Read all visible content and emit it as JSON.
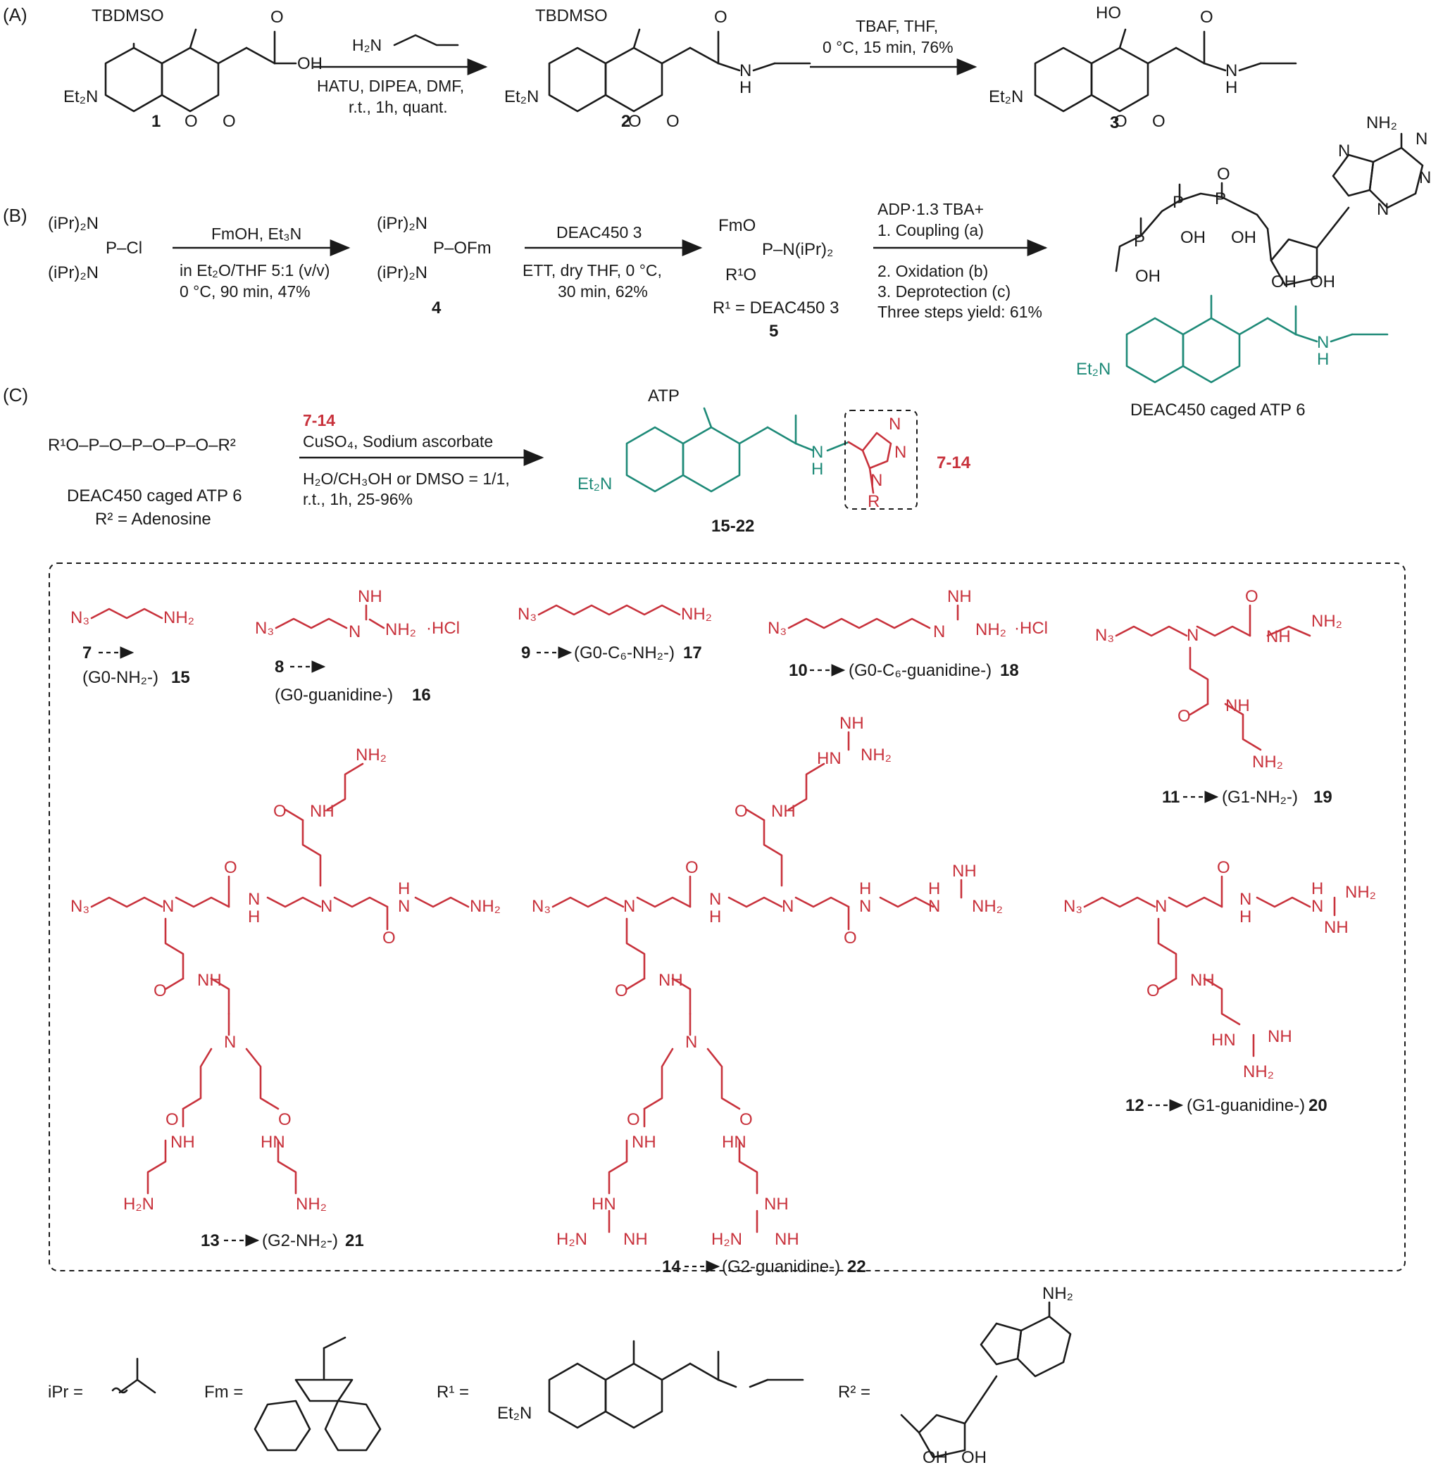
{
  "colors": {
    "black": "#1a1a1a",
    "red": "#c8323c",
    "teal": "#1e8a78"
  },
  "panel_a": {
    "tag": "(A)",
    "c1": {
      "protect": "TBDMSO",
      "amine": "Et₂N",
      "acid": "OH",
      "ring_o": "O",
      "carbonyl_o": "O",
      "acid_o": "O",
      "id": "1"
    },
    "step1": {
      "reagent": "H₂N",
      "cond1": "HATU, DIPEA, DMF,",
      "cond2": "r.t., 1h, quant."
    },
    "c2": {
      "protect": "TBDMSO",
      "amine": "Et₂N",
      "nh": "N",
      "h": "H",
      "ring_o": "O",
      "carbonyl_o": "O",
      "amide_o": "O",
      "id": "2"
    },
    "step2": {
      "cond1": "TBAF, THF,",
      "cond2": "0 °C, 15 min, 76%"
    },
    "c3": {
      "ho": "HO",
      "amine": "Et₂N",
      "nh": "N",
      "h": "H",
      "ring_o": "O",
      "carbonyl_o": "O",
      "amide_o": "O",
      "id": "3"
    }
  },
  "panel_b": {
    "tag": "(B)",
    "start": {
      "l1": "(iPr)₂N",
      "p": "P–Cl",
      "l2": "(iPr)₂N"
    },
    "step1": {
      "reagent": "FmOH, Et₃N",
      "cond1": "in Et₂O/THF 5:1 (v/v)",
      "cond2": "0 °C, 90 min, 47%"
    },
    "c4": {
      "l1": "(iPr)₂N",
      "p": "P–OFm",
      "l2": "(iPr)₂N",
      "id": "4"
    },
    "step2": {
      "reagent": "DEAC450 3",
      "cond1": "ETT, dry THF, 0 °C,",
      "cond2": "30 min, 62%"
    },
    "c5": {
      "fmo": "FmO",
      "p": "P–N(iPr)₂",
      "r1o": "R¹O",
      "note": "R¹ = DEAC450 3",
      "id": "5"
    },
    "step3": {
      "l1": "ADP·1.3 TBA+",
      "l2": "1. Coupling (a)",
      "l3": "2. Oxidation (b)",
      "l4": "3. Deprotection (c)",
      "l5": "Three steps yield: 61%"
    },
    "c6": {
      "nh2": "NH₂",
      "n1": "N",
      "n2": "N",
      "n3": "N",
      "n4": "N",
      "oh1": "OH",
      "oh2": "OH",
      "oh3": "OH",
      "oh4": "OH",
      "oh5": "OH",
      "o": "O",
      "p": "P",
      "amine": "Et₂N",
      "nh": "N",
      "h": "H",
      "name": "DEAC450 caged ATP 6"
    }
  },
  "panel_c": {
    "tag": "(C)",
    "start": {
      "formula": "R¹O–P–O–P–O–P–O–R²",
      "name": "DEAC450 caged ATP 6",
      "r2": "R² = Adenosine"
    },
    "step": {
      "reagent": "7-14",
      "l1": "CuSO₄, Sodium ascorbate",
      "l2": "H₂O/CH₃OH or DMSO = 1/1,",
      "l3": "r.t., 1h, 25-96%"
    },
    "product": {
      "atp": "ATP",
      "amine": "Et₂N",
      "nh": "N",
      "h": "H",
      "n": "N",
      "r": "R",
      "tag": "7-14",
      "id": "15-22"
    }
  },
  "azides": [
    {
      "id": "7",
      "label": "(G0-NH₂-)",
      "pid": "15"
    },
    {
      "id": "8",
      "label": "(G0-guanidine-)",
      "pid": "16"
    },
    {
      "id": "9",
      "label": "(G0-C₆-NH₂-)",
      "pid": "17"
    },
    {
      "id": "10",
      "label": "(G0-C₆-guanidine-)",
      "pid": "18"
    },
    {
      "id": "11",
      "label": "(G1-NH₂-)",
      "pid": "19"
    },
    {
      "id": "12",
      "label": "(G1-guanidine-)",
      "pid": "20"
    },
    {
      "id": "13",
      "label": "(G2-NH₂-)",
      "pid": "21"
    },
    {
      "id": "14",
      "label": "(G2-guanidine-)",
      "pid": "22"
    }
  ],
  "atoms": {
    "n3": "N₃",
    "nh2": "NH₂",
    "h2n": "H₂N",
    "nh": "NH",
    "hn": "HN",
    "n": "N",
    "h": "H",
    "o": "O",
    "hcl": "·HCl"
  },
  "legend": {
    "ipr": "iPr =",
    "fm": "Fm =",
    "r1": "R¹ =",
    "r2": "R² =",
    "amine": "Et₂N",
    "nh2": "NH₂",
    "oh": "OH"
  }
}
